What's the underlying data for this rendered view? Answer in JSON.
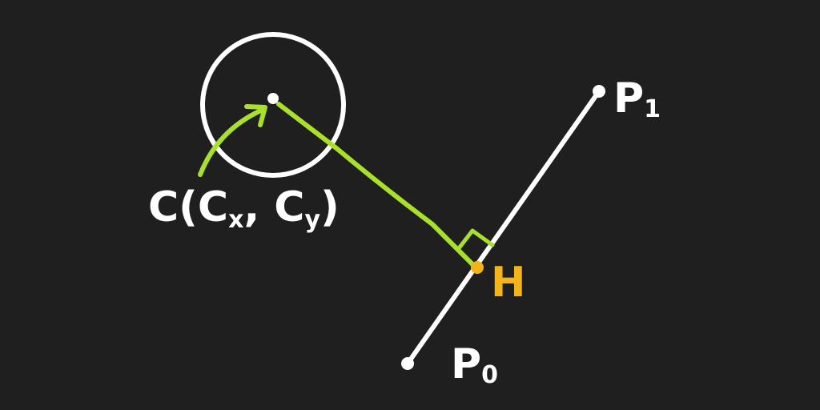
{
  "colors": {
    "background": "#1f1f1f",
    "ink": "#ffffff",
    "highlight": "#a8e02a",
    "foot_point": "#f2b418"
  },
  "labels": {
    "center_prefix": "C(C",
    "center_sub_x": "x",
    "center_separator": ", C",
    "center_sub_y": "y",
    "center_suffix": ")",
    "foot": "H",
    "p0_letter": "P",
    "p0_sub": "0",
    "p1_letter": "P",
    "p1_sub": "1"
  }
}
